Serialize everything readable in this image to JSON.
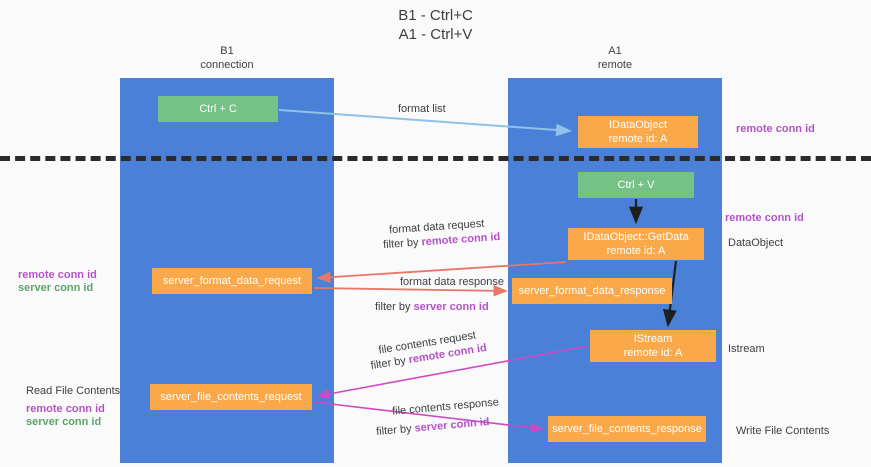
{
  "title": {
    "line1": "B1 - Ctrl+C",
    "line2": "A1 - Ctrl+V"
  },
  "columns": {
    "left": {
      "name": "B1",
      "role": "connection"
    },
    "right": {
      "name": "A1",
      "role": "remote"
    }
  },
  "nodes": {
    "ctrl_c": {
      "label": "Ctrl + C",
      "color": "#76c185"
    },
    "dataobject": {
      "label": "IDataObject",
      "sub": "remote id: A",
      "color": "#f9a94a"
    },
    "ctrl_v": {
      "label": "Ctrl + V",
      "color": "#76c185"
    },
    "getdata": {
      "label": "IDataObject::GetData",
      "sub": "remote id: A",
      "color": "#f9a94a"
    },
    "server_format_data_request": {
      "label": "server_format_data_request",
      "color": "#f9a94a"
    },
    "server_format_data_response": {
      "label": "server_format_data_response",
      "color": "#f9a94a"
    },
    "istream": {
      "label": "IStream",
      "sub": "remote id: A",
      "color": "#f9a94a"
    },
    "server_file_contents_request": {
      "label": "server_file_contents_request",
      "color": "#f9a94a"
    },
    "server_file_contents_response": {
      "label": "server_file_contents_response",
      "color": "#f9a94a"
    }
  },
  "edge_labels": {
    "format_list": "format list",
    "format_data_request": "format data request",
    "format_data_request_filter_prefix": "filter by ",
    "format_data_request_filter_key": "remote conn id",
    "format_data_response": "format data response",
    "format_data_response_filter_prefix": "filter by ",
    "format_data_response_filter_key": "server conn id",
    "file_contents_request": "file contents request",
    "file_contents_request_filter_prefix": "filter by ",
    "file_contents_request_filter_key": "remote conn id",
    "file_contents_response": "file contents response",
    "file_contents_response_filter_prefix": "filter by ",
    "file_contents_response_filter_key": "server conn id"
  },
  "annotations": {
    "right_remote_conn_id_top": "remote conn id",
    "right_remote_conn_id_mid": "remote conn id",
    "right_dataobject": "DataObject",
    "right_istream": "Istream",
    "right_write_file_contents": "Write File Contents",
    "left_remote_conn_id_mid": "remote conn id",
    "left_server_conn_id_mid": "server conn id",
    "left_read_file_contents": "Read File Contents",
    "left_remote_conn_id_bottom": "remote conn id",
    "left_server_conn_id_bottom": "server conn id"
  },
  "colors": {
    "lane": "#4a80d8",
    "green_node": "#76c185",
    "orange_node": "#f9a94a",
    "purple_text": "#b453c8",
    "green_text": "#5aa469",
    "arrow_blue": "#8ec2e8",
    "arrow_red": "#e8766a",
    "arrow_magenta": "#cf49c4",
    "arrow_dark": "#1f1f1f",
    "divider": "#2b2b2b",
    "background": "#fafafa"
  }
}
